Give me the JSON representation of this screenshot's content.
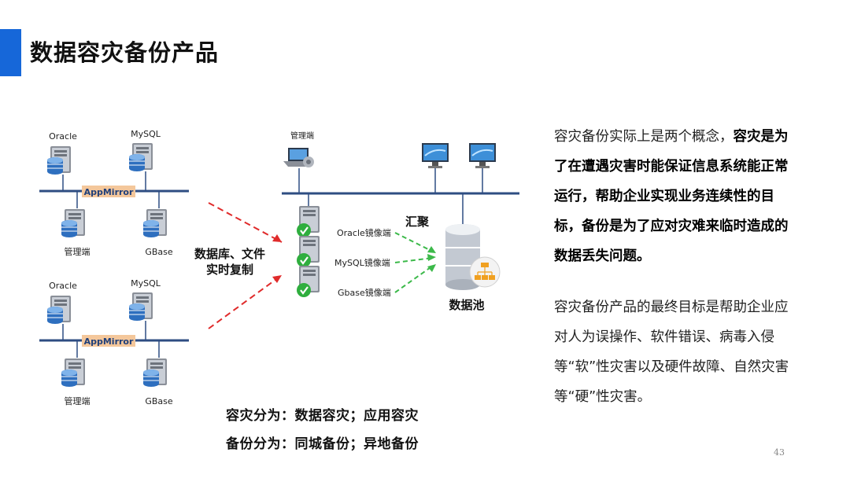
{
  "slide": {
    "title": "数据容灾备份产品",
    "page_number": "43",
    "accent_color": "#1667d9"
  },
  "diagram": {
    "left_group_top": {
      "nodes": [
        "Oracle",
        "MySQL",
        "管理端",
        "GBase"
      ],
      "bus_label": "AppMirror"
    },
    "left_group_bottom": {
      "nodes": [
        "Oracle",
        "MySQL",
        "管理端",
        "GBase"
      ],
      "bus_label": "AppMirror"
    },
    "replication_label_line1": "数据库、文件",
    "replication_label_line2": "实时复制",
    "management_label": "管理端",
    "mirrors": [
      "Oracle镜像端",
      "MySQL镜像端",
      "Gbase镜像端"
    ],
    "aggregate_label": "汇聚",
    "pool_label": "数据池"
  },
  "summary": {
    "line1": "容灾分为：数据容灾；应用容灾",
    "line2": "备份分为：同城备份；异地备份"
  },
  "text": {
    "p1_normal": "容灾备份实际上是两个概念，",
    "p1_bold": "容灾是为了在遭遇灾害时能保证信息系统能正常运行，帮助企业实现业务连续性的目标，备份是为了应对灾难来临时造成的数据丢失问题。",
    "p2": "容灾备份产品的最终目标是帮助企业应对人为误操作、软件错误、病毒入侵等“软”性灾害以及硬件故障、自然灾害等“硬”性灾害。"
  }
}
